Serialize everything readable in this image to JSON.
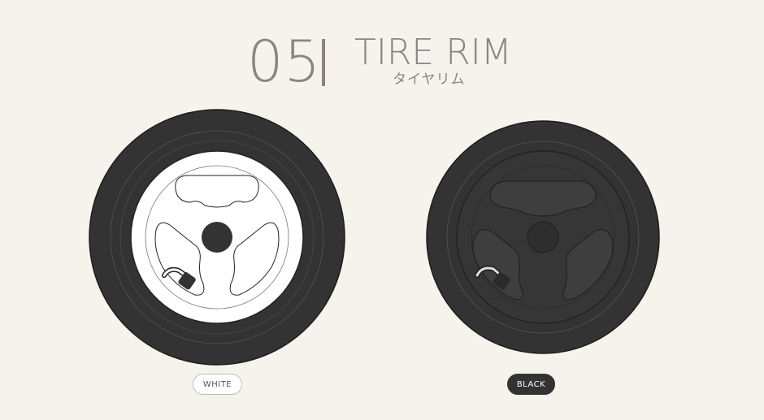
{
  "header": {
    "step_number": "05",
    "title_en": "TIRE RIM",
    "title_jp": "タイヤリム"
  },
  "options": [
    {
      "label": "WHITE",
      "rim_color": "#ffffff",
      "selected": false
    },
    {
      "label": "BLACK",
      "rim_color": "#3a3a3a",
      "selected": true
    }
  ],
  "colors": {
    "background": "#f6f3ec",
    "heading": "#8a8580",
    "tire": "#333333",
    "button_selected_bg": "#333333"
  }
}
